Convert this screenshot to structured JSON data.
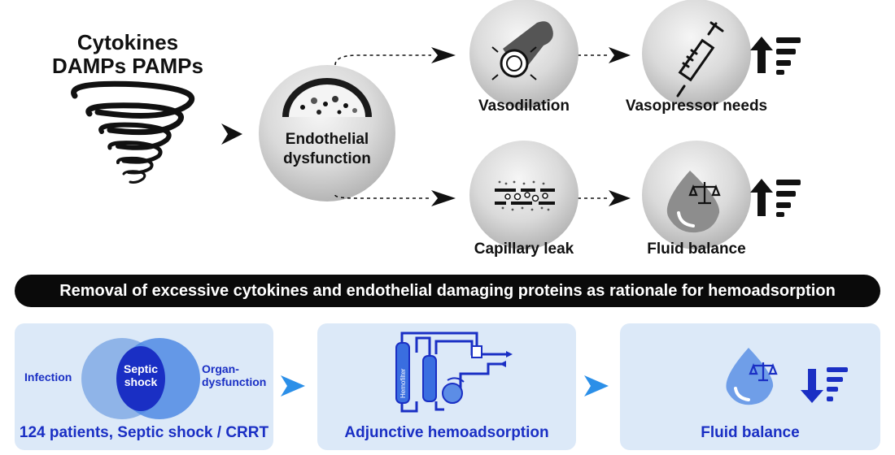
{
  "title": {
    "line1": "Cytokines",
    "line2": "DAMPs PAMPs"
  },
  "nodes": {
    "endothelial": {
      "line1": "Endothelial",
      "line2": "dysfunction"
    },
    "vasodilation": "Vasodilation",
    "vasopressor": "Vasopressor needs",
    "capillary_leak": "Capillary leak",
    "fluid_balance": "Fluid balance"
  },
  "banner": "Removal of excessive cytokines and endothelial damaging proteins as rationale for hemoadsorption",
  "panels": {
    "venn": {
      "infection": "Infection",
      "organ_line1": "Organ-",
      "organ_line2": "dysfunction",
      "septic_line1": "Septic",
      "septic_line2": "shock",
      "caption": "124 patients, Septic shock / CRRT"
    },
    "device": {
      "caption": "Adjunctive hemoadsorption",
      "filter_text": "Hemofilter"
    },
    "result": {
      "caption": "Fluid balance"
    }
  },
  "colors": {
    "blue_dark": "#1a2fc4",
    "blue_mid": "#2f6fe0",
    "panel_bg": "#dce9f8",
    "arrow_blue": "#2b8fe8"
  }
}
